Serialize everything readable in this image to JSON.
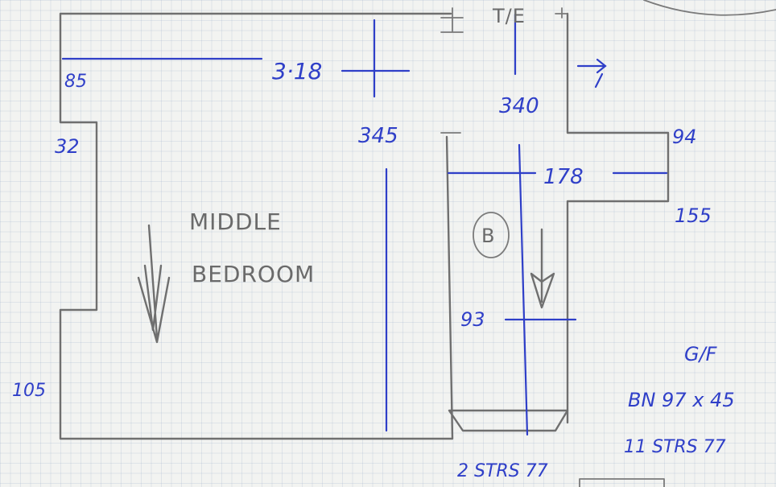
{
  "room": {
    "name_line1": "MIDDLE",
    "name_line2": "BEDROOM",
    "tee_label": "T/E",
    "b_label": "B"
  },
  "dimensions": {
    "d85": "85",
    "d318": "3·18",
    "d32": "32",
    "d345": "345",
    "d340": "340",
    "d94": "94",
    "d178": "178",
    "d155": "155",
    "d93": "93",
    "d105": "105",
    "d2strs": "2 STRS 77"
  },
  "notes": {
    "line1": "G/F",
    "line2": "BN 97 x 45",
    "line3": "11 STRS 77"
  }
}
